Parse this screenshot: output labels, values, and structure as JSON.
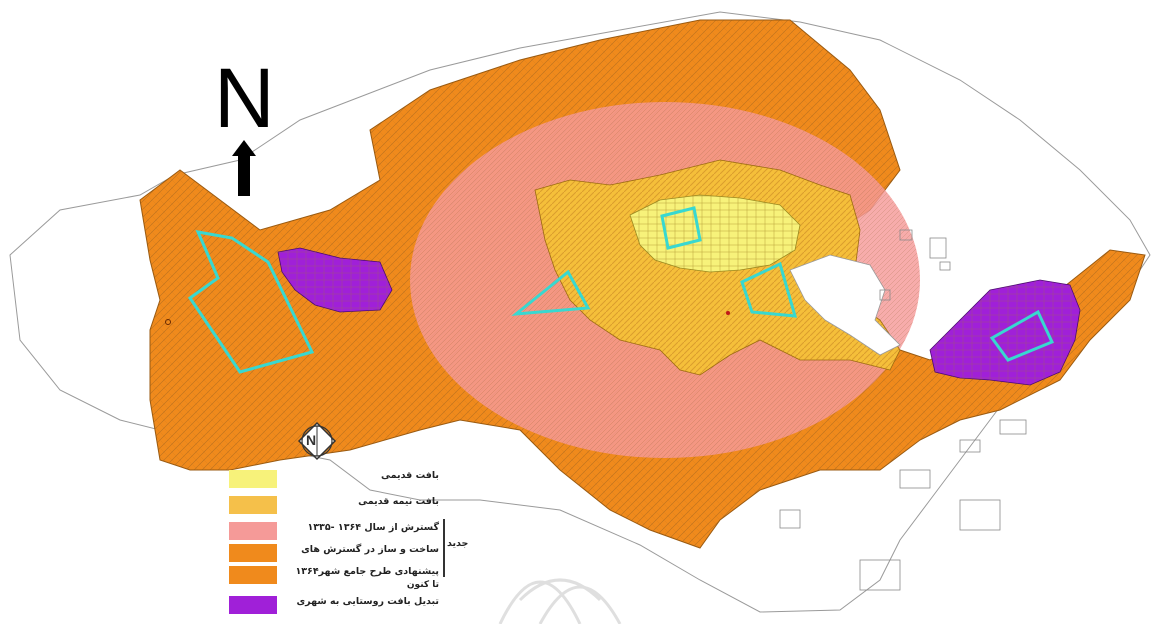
{
  "north_arrow": {
    "letter": "N",
    "icon": "north-arrow-icon"
  },
  "compass": {
    "letter": "N",
    "icon": "compass-icon"
  },
  "legend": {
    "group_label": "جدید",
    "items": [
      {
        "label": "بافت قدیمی",
        "sub": "",
        "color": "#f7f27a"
      },
      {
        "label": "بافت نیمه قدیمی",
        "sub": "",
        "color": "#f5c04a"
      },
      {
        "label": "گسترش از سال ۱۳۶۴ -۱۳۳۵",
        "sub": "",
        "color": "#f59a98"
      },
      {
        "label": "ساخت و ساز در گسترش های",
        "sub": "",
        "color": "#f28a2a"
      },
      {
        "label": "پیشنهادی طرح جامع شهر۱۳۶۴",
        "sub": "تا کنون",
        "color": "#f28a2a"
      },
      {
        "label": "تبدیل بافت روستایی به شهری",
        "sub": "",
        "color": "#a020d8"
      }
    ]
  },
  "colors": {
    "old_fabric": "#f7f27a",
    "semi_old_fabric": "#f5c04a",
    "expansion": "#f59a98",
    "proposed": "#f28a2a",
    "rural_to_urban": "#a020d8",
    "highlight": "#38d8d0"
  }
}
